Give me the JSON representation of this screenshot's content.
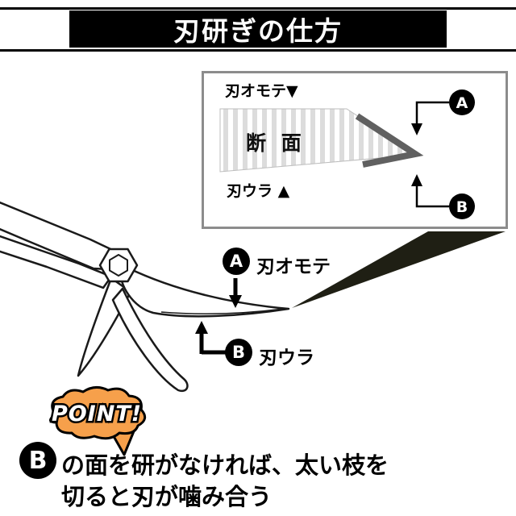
{
  "header": {
    "title": "刃研ぎの仕方"
  },
  "inset": {
    "front_label": "刃オモテ▼",
    "back_label": "刃ウラ ▲",
    "section_label": "断 面",
    "marker_a": "A",
    "marker_b": "B"
  },
  "callouts": {
    "a_marker": "A",
    "a_label": "刃オモテ",
    "b_marker": "B",
    "b_label": "刃ウラ"
  },
  "point_bubble": {
    "label": "POINT!"
  },
  "note": {
    "marker": "B",
    "line1": "の面を研がなければ、太い枝を",
    "line2": "切ると刃が噛み合う"
  },
  "colors": {
    "bubble_orange": "#f6a04b",
    "stripe_gray": "#dcdcdc",
    "edge_gray": "#606060",
    "callout_dark": "#1f1f14"
  }
}
